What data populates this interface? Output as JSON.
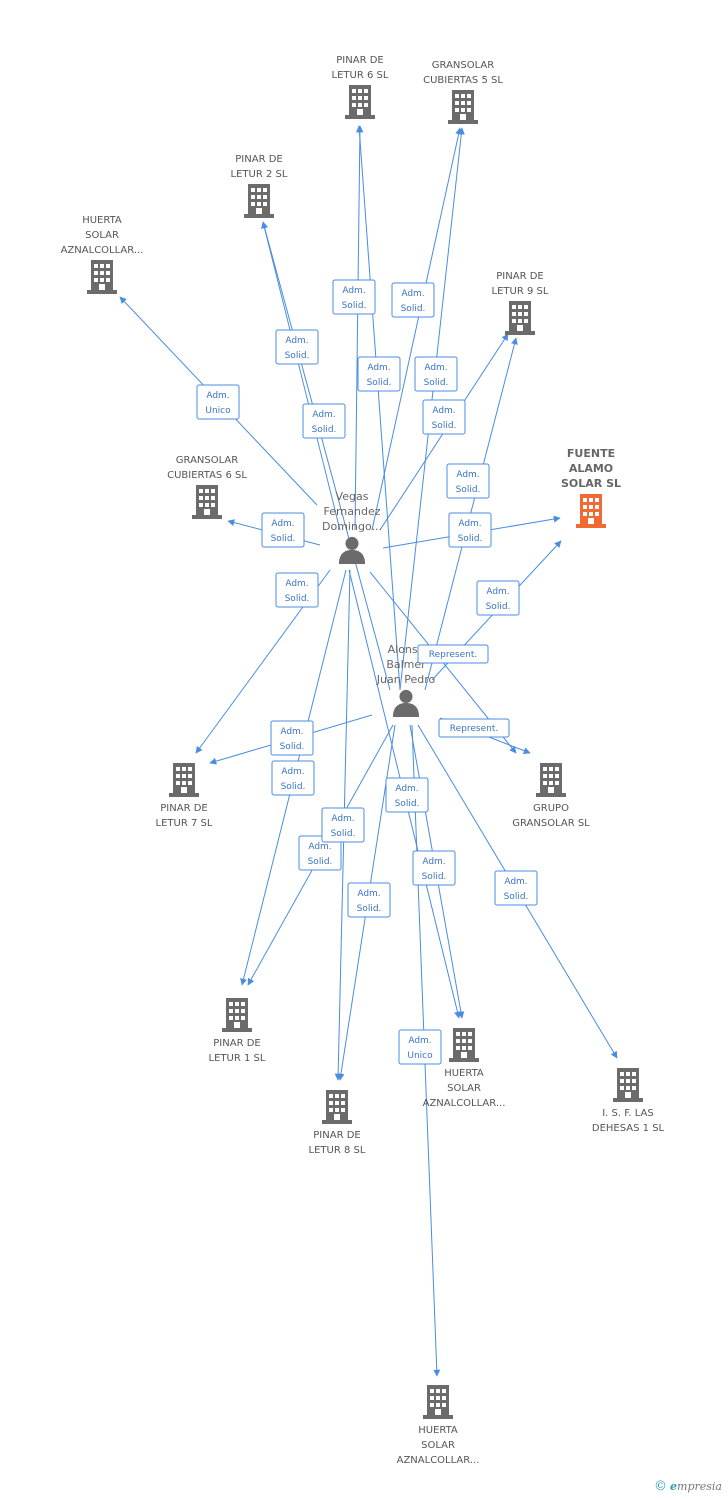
{
  "colors": {
    "edge": "#4a8de0",
    "company": "#6b6b6b",
    "focus": "#f26a33",
    "person": "#6b6b6b"
  },
  "companies": [
    {
      "id": "c1",
      "lines": [
        "PINAR DE",
        "LETUR 6 SL"
      ],
      "icon": "building-icon"
    },
    {
      "id": "c2",
      "lines": [
        "GRANSOLAR",
        "CUBIERTAS 5 SL"
      ],
      "icon": "building-icon"
    },
    {
      "id": "c3",
      "lines": [
        "PINAR DE",
        "LETUR 2 SL"
      ],
      "icon": "building-icon"
    },
    {
      "id": "c4",
      "lines": [
        "HUERTA",
        "SOLAR",
        "AZNALCOLLAR..."
      ],
      "icon": "building-icon"
    },
    {
      "id": "c5",
      "lines": [
        "PINAR DE",
        "LETUR 9 SL"
      ],
      "icon": "building-icon"
    },
    {
      "id": "c6",
      "lines": [
        "FUENTE",
        "ALAMO",
        "SOLAR SL"
      ],
      "icon": "building-icon",
      "focus": true
    },
    {
      "id": "c7",
      "lines": [
        "GRANSOLAR",
        "CUBIERTAS 6 SL"
      ],
      "icon": "building-icon"
    },
    {
      "id": "c8",
      "lines": [
        "PINAR DE",
        "LETUR 7 SL"
      ],
      "icon": "building-icon"
    },
    {
      "id": "c9",
      "lines": [
        "GRUPO",
        "GRANSOLAR SL"
      ],
      "icon": "building-icon"
    },
    {
      "id": "c10",
      "lines": [
        "PINAR DE",
        "LETUR 1 SL"
      ],
      "icon": "building-icon"
    },
    {
      "id": "c11",
      "lines": [
        "HUERTA",
        "SOLAR",
        "AZNALCOLLAR..."
      ],
      "icon": "building-icon"
    },
    {
      "id": "c12",
      "lines": [
        "PINAR DE",
        "LETUR 8 SL"
      ],
      "icon": "building-icon"
    },
    {
      "id": "c13",
      "lines": [
        "I. S. F. LAS",
        "DEHESAS 1 SL"
      ],
      "icon": "building-icon"
    },
    {
      "id": "c14",
      "lines": [
        "HUERTA",
        "SOLAR",
        "AZNALCOLLAR..."
      ],
      "icon": "building-icon"
    }
  ],
  "persons": [
    {
      "id": "p1",
      "lines": [
        "Vegas",
        "Fernandez",
        "Domingo..."
      ],
      "icon": "person-icon"
    },
    {
      "id": "p2",
      "lines": [
        "Alonso",
        "Balmer",
        "Juan Pedro"
      ],
      "icon": "person-icon"
    }
  ],
  "relations": [
    {
      "from": "p1",
      "to": "c1",
      "label": [
        "Adm.",
        "Solid."
      ]
    },
    {
      "from": "p2",
      "to": "c1",
      "label": [
        "Adm.",
        "Solid."
      ]
    },
    {
      "from": "p1",
      "to": "c2",
      "label": [
        "Adm.",
        "Solid."
      ]
    },
    {
      "from": "p2",
      "to": "c2",
      "label": [
        "Adm.",
        "Solid."
      ]
    },
    {
      "from": "p1",
      "to": "c3",
      "label": [
        "Adm.",
        "Solid."
      ]
    },
    {
      "from": "p2",
      "to": "c3",
      "label": [
        "Adm.",
        "Solid."
      ]
    },
    {
      "from": "p1",
      "to": "c4",
      "label": [
        "Adm.",
        "Unico"
      ]
    },
    {
      "from": "p1",
      "to": "c5",
      "label": [
        "Adm.",
        "Solid."
      ]
    },
    {
      "from": "p2",
      "to": "c5",
      "label": [
        "Adm.",
        "Solid."
      ]
    },
    {
      "from": "p1",
      "to": "c6",
      "label": [
        "Adm.",
        "Solid."
      ]
    },
    {
      "from": "p2",
      "to": "c6",
      "label": [
        "Adm.",
        "Solid."
      ]
    },
    {
      "from": "p1",
      "to": "c7",
      "label": [
        "Adm.",
        "Solid."
      ]
    },
    {
      "from": "p1",
      "to": "c8",
      "label": [
        "Adm.",
        "Solid."
      ]
    },
    {
      "from": "p2",
      "to": "c8",
      "label": [
        "Adm.",
        "Solid."
      ]
    },
    {
      "from": "p2",
      "to": "c9",
      "label": [
        "Represent."
      ]
    },
    {
      "from": "p1",
      "to": "c9",
      "label": [
        "Represent."
      ]
    },
    {
      "from": "p1",
      "to": "c10",
      "label": [
        "Adm.",
        "Solid."
      ]
    },
    {
      "from": "p2",
      "to": "c10",
      "label": [
        "Adm.",
        "Solid."
      ]
    },
    {
      "from": "p1",
      "to": "c11",
      "label": [
        "Adm.",
        "Solid."
      ]
    },
    {
      "from": "p2",
      "to": "c11",
      "label": [
        "Adm.",
        "Solid."
      ]
    },
    {
      "from": "p1",
      "to": "c12",
      "label": [
        "Adm.",
        "Solid."
      ]
    },
    {
      "from": "p2",
      "to": "c12",
      "label": [
        "Adm.",
        "Solid."
      ]
    },
    {
      "from": "p2",
      "to": "c13",
      "label": [
        "Adm.",
        "Solid."
      ]
    },
    {
      "from": "p2",
      "to": "c14",
      "label": [
        "Adm.",
        "Unico"
      ]
    }
  ],
  "footer": {
    "copyright_symbol": "©",
    "brand_initial": "e",
    "brand_rest": "mpresia"
  }
}
